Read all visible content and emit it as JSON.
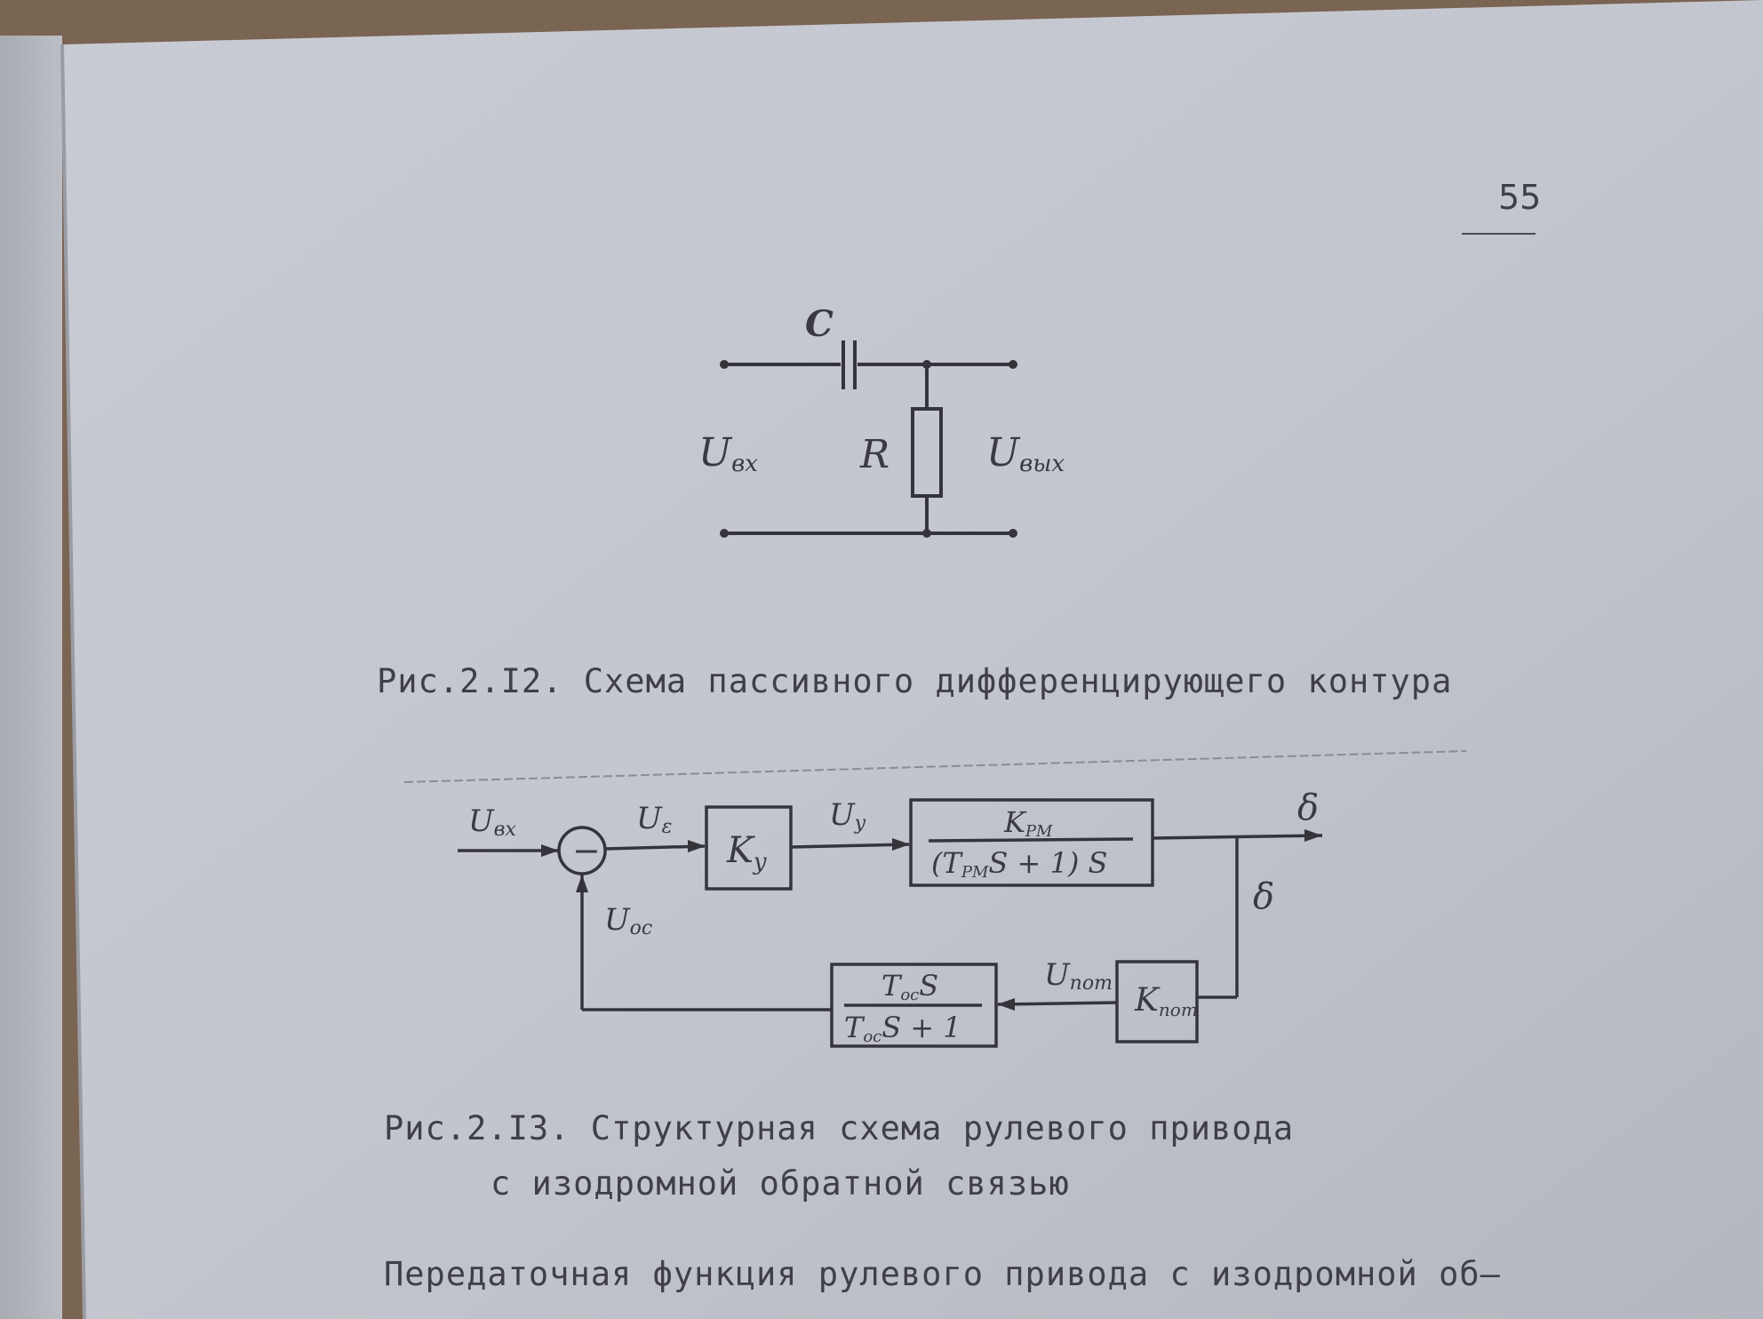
{
  "page_number": "55",
  "figure_1": {
    "labels": {
      "capacitor": "C",
      "resistor": "R",
      "input": "U",
      "input_sub": "вх",
      "output": "U",
      "output_sub": "вых"
    },
    "caption": "Рис.2.I2. Схема пассивного дифференцирующего контура"
  },
  "figure_2": {
    "labels": {
      "input": "U",
      "input_sub": "вх",
      "error": "U",
      "error_sub": "ε",
      "amp_out": "U",
      "amp_out_sub": "у",
      "feedback": "U",
      "feedback_sub": "ос",
      "pot": "U",
      "pot_sub": "пот",
      "output": "δ",
      "feedback_delta": "δ",
      "sum_sign": "−"
    },
    "blocks": {
      "amplifier": {
        "main": "K",
        "sub": "у"
      },
      "drive": {
        "num_main": "K",
        "num_sub": "РМ",
        "den_pre": "(T",
        "den_sub": "РМ",
        "den_post": "S + 1) S"
      },
      "potentiometer": {
        "main": "K",
        "sub": "пот"
      },
      "filter": {
        "num_main": "T",
        "num_sub": "ос",
        "num_post": "S",
        "den_main": "T",
        "den_sub": "ос",
        "den_post": "S + 1"
      }
    },
    "caption_line1": "Рис.2.I3. Структурная схема рулевого привода",
    "caption_line2": "с изодромной обратной связью"
  },
  "body_text": "Передаточная функция рулевого привода с изодромной об–"
}
